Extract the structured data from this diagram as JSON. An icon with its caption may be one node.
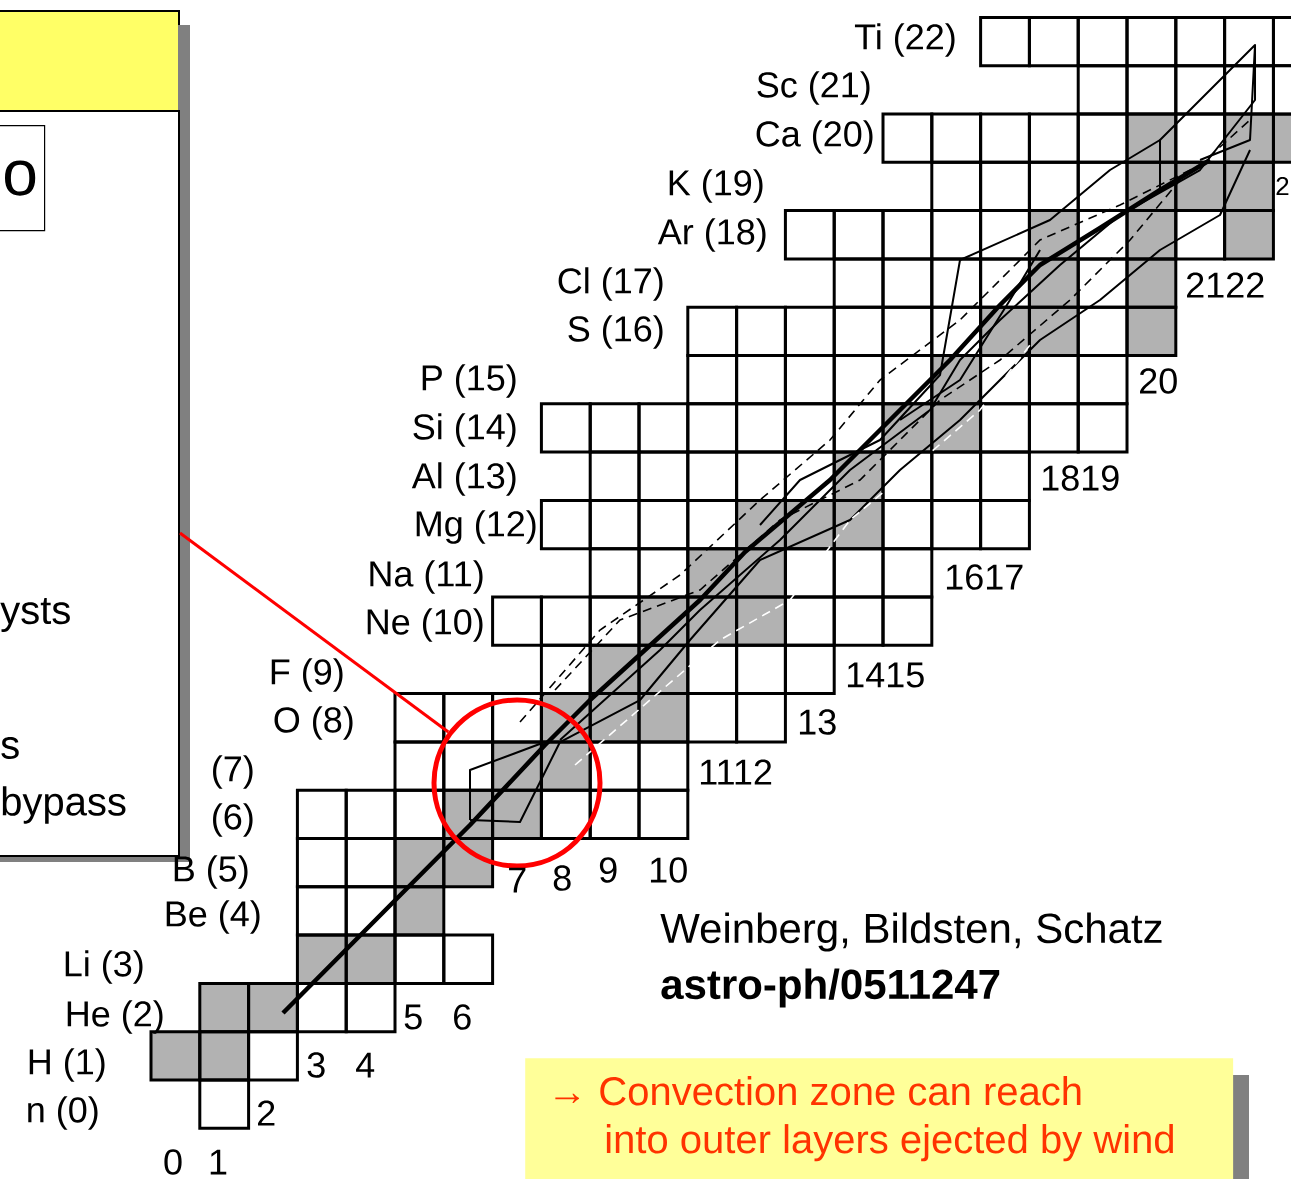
{
  "diagram": {
    "nodes": [
      {
        "text": [],
        "shape": "box"
      },
      {
        "text": [
          "ysts",
          "s",
          "bypass"
        ]
      },
      {
        "text": [
          "o"
        ],
        "in": 1
      },
      {
        "text": [],
        "shape": "circle"
      },
      {
        "text": [
          "→ Convection zone can reach into outer layers ejected by wind"
        ]
      }
    ],
    "edges": [
      {
        "from": 1,
        "to": 3,
        "arrow": "none"
      }
    ],
    "labels": [
      "Ti (22)",
      "Sc (21)",
      "Ca (20)",
      "K (19)",
      "2",
      "Ar (18)",
      "Cl (17)",
      "2122",
      "S (16)",
      "P (15)",
      "20",
      "Si (14)",
      "Al (13)",
      "1819",
      "Mg (12)",
      "Na (11)",
      "1617",
      "Ne (10)",
      "F (9)",
      "1415",
      "O (8)",
      "13",
      "(7)",
      "1112",
      "(6)",
      "B (5)",
      "7",
      "8",
      "9",
      "10",
      "Be (4)",
      "Weinberg, Bildsten, Schatz",
      "Li (3)",
      "astro-ph/0511247",
      "He (2)",
      "5",
      "6",
      "H (1)",
      "3",
      "4",
      "n (0)",
      "2",
      "0",
      "1"
    ]
  }
}
